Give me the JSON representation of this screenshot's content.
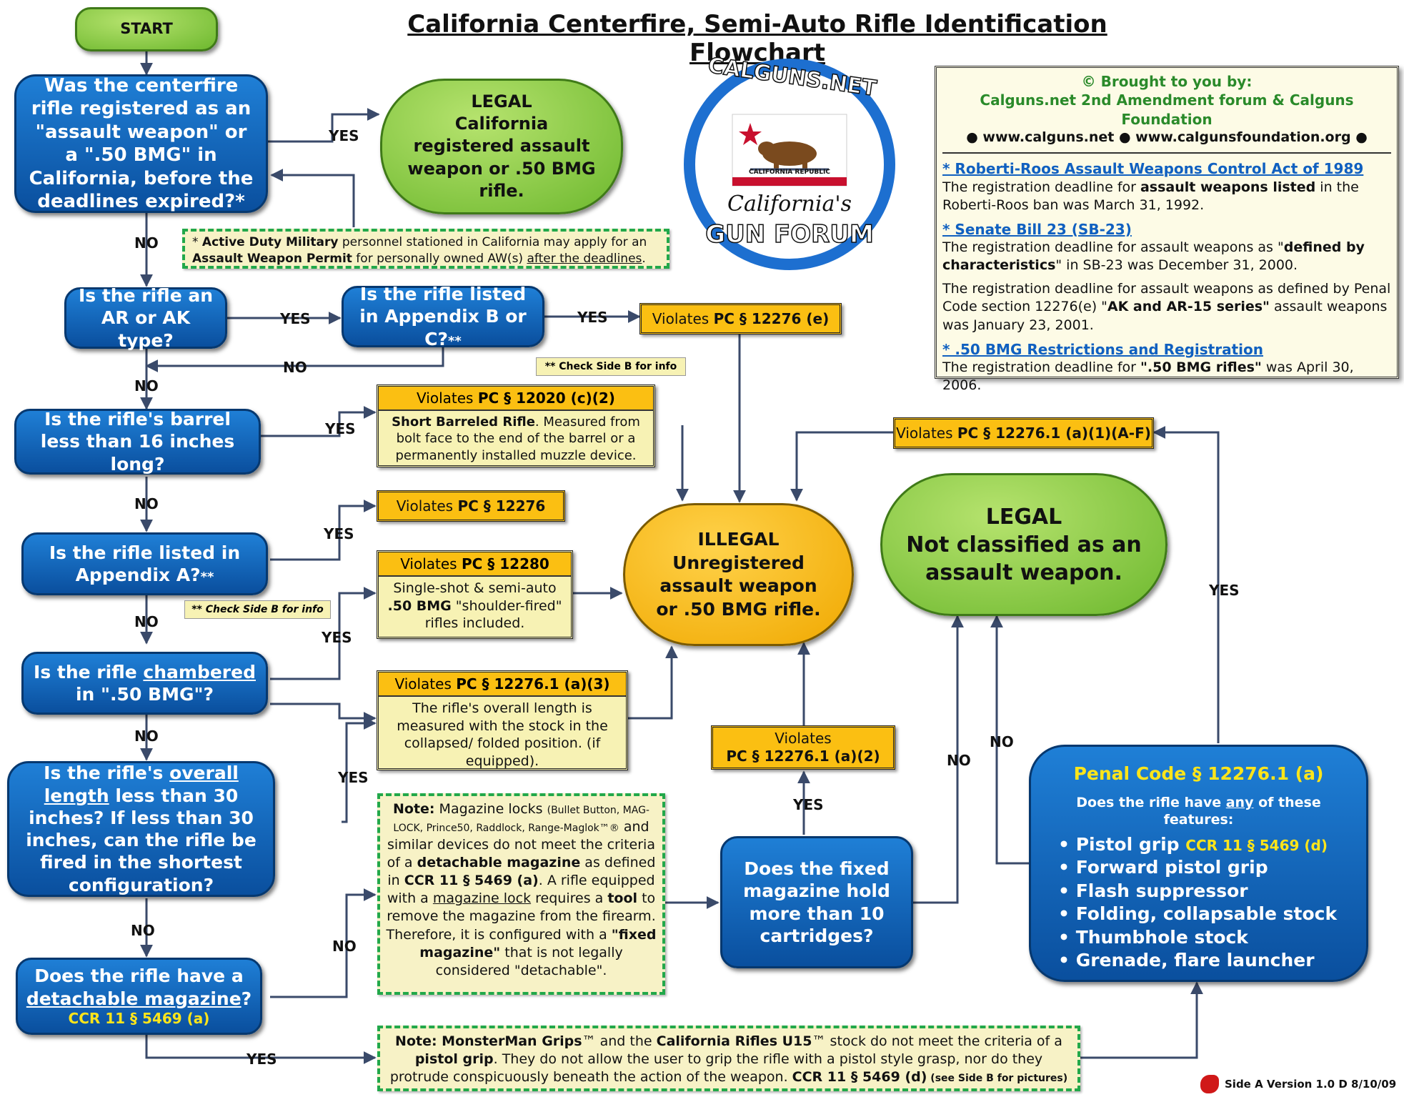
{
  "title": "California Centerfire, Semi-Auto Rifle Identification Flowchart",
  "start": "START",
  "labels": {
    "yes": "YES",
    "no": "NO"
  },
  "q1": "Was the centerfire rifle registered as an \"assault weapon\" or a \".50 BMG\" in California, before the deadlines expired?*",
  "legal1": {
    "line1": "LEGAL",
    "line2": "California registered assault weapon or .50 BMG rifle."
  },
  "military_note": {
    "star": "* ",
    "b1": "Active Duty Military",
    "t1": " personnel stationed in California may apply for an ",
    "b2": "Assault Weapon Permit",
    "t2": " for personally owned AW(s) ",
    "u1": "after the deadlines",
    "t3": "."
  },
  "q2": "Is the rifle an AR or AK type?",
  "q3": {
    "text": "Is the rifle listed in Appendix B or C?",
    "mark": "**"
  },
  "v_12276e": {
    "pre": "Violates ",
    "code": "PC § 12276 (e)"
  },
  "check_side_b": "** Check Side B for info",
  "q4": "Is the rifle's barrel less than 16 inches long?",
  "v_12020": {
    "pre": "Violates ",
    "code": "PC § 12020 (c)(2)",
    "b": "Short Barreled Rifle",
    "body": ". Measured from bolt face to the end of the barrel or a permanently installed muzzle device."
  },
  "q5": {
    "text": "Is the rifle listed in Appendix A?",
    "mark": "**"
  },
  "v_12276": {
    "pre": "Violates ",
    "code": "PC § 12276"
  },
  "v_12280": {
    "pre": "Violates ",
    "code": "PC § 12280",
    "t1": "Single-shot & semi-auto ",
    "b1": ".50 BMG",
    "t2": " \"shoulder-fired\" rifles included."
  },
  "q6": {
    "t1": "Is the rifle ",
    "u": "chambered",
    "t2": " in \".50 BMG\"?"
  },
  "v_12276_1a3": {
    "pre": "Violates ",
    "code": "PC § 12276.1 (a)(3)",
    "body": "The rifle's overall length is measured with the stock in the collapsed/ folded position. (if equipped)."
  },
  "q7": {
    "t1": "Is the rifle's ",
    "u": "overall length",
    "t2": " less than 30 inches? If less than 30 inches, can the rifle be fired in the shortest configuration?"
  },
  "q8": {
    "t1": "Does the rifle have a ",
    "u": "detachable magazine",
    "t2": "?",
    "ccr": "CCR 11 § 5469 (a)"
  },
  "mag_note": {
    "b1": "Note:",
    "t1": " Magazine locks ",
    "small": "(Bullet Button, MAG-LOCK, Prince50, Raddlock, Range-Maglok™®",
    "t2": " and similar devices do not meet the criteria of a ",
    "b2": "detachable magazine",
    "t3": " as defined in ",
    "b3": "CCR 11 § 5469 (a)",
    "t4": ". A rifle equipped with a ",
    "u1": "magazine lock",
    "t5": " requires a ",
    "b4": "tool",
    "t6": " to remove the magazine from the firearm. Therefore, it is configured with a ",
    "b5": "\"fixed magazine\"",
    "t7": " that is not legally considered \"detachable\"."
  },
  "illegal": {
    "l1": "ILLEGAL",
    "l2": "Unregistered assault weapon or .50 BMG rifle."
  },
  "v_12276_1a1": {
    "pre": "Violates ",
    "code": "PC § 12276.1 (a)(1)(A-F)"
  },
  "legal2": {
    "l1": "LEGAL",
    "l2": "Not classified as an assault weapon."
  },
  "v_12276_1a2": {
    "pre": "Violates",
    "code": "PC § 12276.1 (a)(2)"
  },
  "q9": "Does the fixed magazine hold more than 10 cartridges?",
  "pc_box": {
    "title": "Penal Code § 12276.1 (a)",
    "question_pre": "Does the rifle have ",
    "question_u": "any",
    "question_post": " of these features:",
    "items": [
      "Pistol grip",
      "Forward pistol grip",
      "Flash suppressor",
      "Folding, collapsable stock",
      "Thumbhole stock",
      "Grenade, flare launcher"
    ],
    "item0_ref": "CCR 11 § 5469 (d)"
  },
  "monster_note": {
    "b1": "Note: MonsterMan Grips",
    "t1": "™ and the ",
    "b2": "California Rifles U15",
    "t2": "™ stock do not meet the criteria of a ",
    "b3": "pistol grip",
    "t3": ". They do not allow the user to grip the rifle with a pistol style grasp, nor do they protrude conspicuously beneath the action of the weapon. ",
    "b4": "CCR 11 § 5469 (d)",
    "small": " (see Side B for pictures)"
  },
  "info": {
    "brought": "© Brought to you by:",
    "org": "Calguns.net 2nd Amendment forum & Calguns Foundation",
    "sites": "● www.calguns.net ● www.calgunsfoundation.org ●",
    "h1": "* Roberti-Roos Assault Weapons Control Act of 1989",
    "p1a": "The registration deadline for ",
    "p1b": "assault weapons listed",
    "p1c": " in the Roberti-Roos ban was March 31, 1992.",
    "h2": "* Senate Bill 23 (SB-23)",
    "p2a": "The registration deadline for assault weapons as \"",
    "p2b": "defined by characteristics",
    "p2c": "\" in SB-23 was December 31, 2000.",
    "p3a": "The registration deadline for assault weapons as defined by Penal Code section 12276(e) \"",
    "p3b": "AK and AR-15 series\"",
    "p3c": " assault weapons was January 23, 2001.",
    "h3": "* .50 BMG Restrictions and Registration",
    "p4a": "The registration deadline for ",
    "p4b": "\".50 BMG rifles\"",
    "p4c": " was April 30, 2006."
  },
  "logo": {
    "top": "CALGUNS.NET",
    "flag": "CALIFORNIA REPUBLIC",
    "script": "California's",
    "bottom": "GUN FORUM"
  },
  "version": "Side A Version 1.0 D 8/10/09",
  "colors": {
    "blue": "#0a5cb8",
    "green": "#7cc23c",
    "orange": "#fbbf12",
    "note_border": "#22a84a"
  }
}
